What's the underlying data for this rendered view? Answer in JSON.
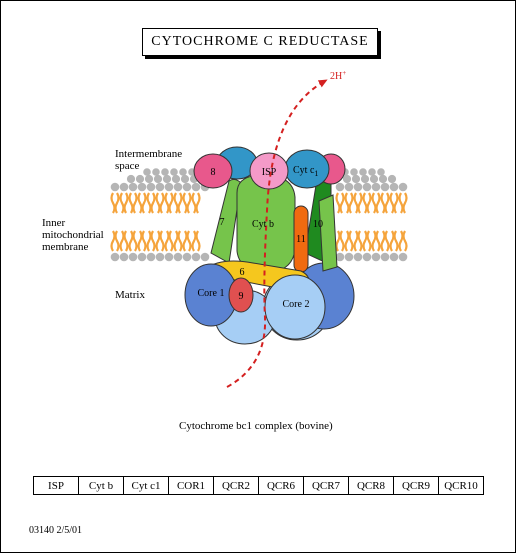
{
  "title": "CYTOCHROME C REDUCTASE",
  "proton_label": "2H",
  "proton_sup": "+",
  "regions": {
    "intermembrane": [
      "Intermembrane",
      "space"
    ],
    "inner_membrane": [
      "Inner",
      "mitochondrial",
      "membrane"
    ],
    "matrix": "Matrix"
  },
  "subunits": {
    "isp": "ISP",
    "cyt_c1": "Cyt c",
    "cyt_c1_sub": "1",
    "cyt_b": "Cyt b",
    "core1": "Core 1",
    "core2": "Core 2",
    "s6": "6",
    "s7": "7",
    "s8": "8",
    "s9": "9",
    "s10": "10",
    "s11": "11"
  },
  "caption": "Cytochrome bc1 complex (bovine)",
  "proteins": [
    "ISP",
    "Cyt b",
    "Cyt c1",
    "COR1",
    "QCR2",
    "QCR6",
    "QCR7",
    "QCR8",
    "QCR9",
    "QCR10"
  ],
  "footer": "03140   2/5/01",
  "colors": {
    "lipid_head": "#b5b5b5",
    "lipid_tail": "#f5a43c",
    "green_light": "#76c44b",
    "green_dark": "#1f8a1f",
    "isp_pink": "#f49ac8",
    "magenta": "#e8588c",
    "blue_cyan": "#3296c8",
    "core_dark": "#5a82d2",
    "core_light": "#a6cef5",
    "yellow": "#f5c71e",
    "orange": "#f06a10",
    "red": "#e05050",
    "arrow": "#d42020"
  }
}
